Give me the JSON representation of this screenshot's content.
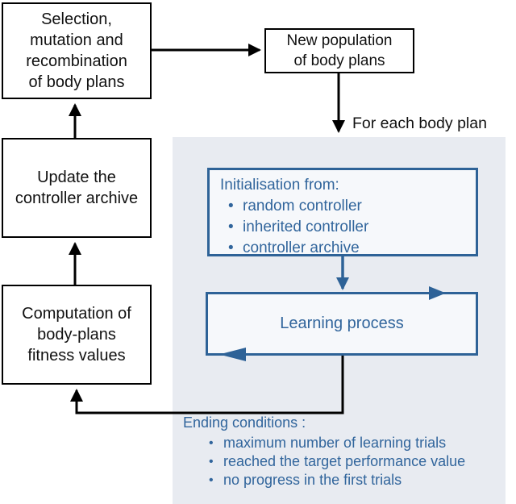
{
  "diagram": {
    "colors": {
      "accent_blue": "#2e6297",
      "blue_text": "#31659c",
      "panel_bg": "#e8ebf1",
      "line_black": "#000000",
      "inner_box_bg": "#f6f8fb"
    },
    "boxes": {
      "selection": {
        "lines": [
          "Selection,",
          "mutation and",
          "recombination",
          "of body plans"
        ]
      },
      "update": {
        "lines": [
          "Update the",
          "controller archive"
        ]
      },
      "computation": {
        "lines": [
          "Computation of",
          "body-plans",
          "fitness values"
        ]
      },
      "new_population": {
        "lines": [
          "New population",
          "of body plans"
        ]
      },
      "initialisation": {
        "title": "Initialisation from:",
        "bullets": [
          "random controller",
          "inherited controller",
          "controller archive"
        ]
      },
      "learning": {
        "label": "Learning process"
      }
    },
    "labels": {
      "for_each": "For each body plan",
      "ending_title": "Ending conditions :",
      "ending_bullets": [
        "maximum number of learning trials",
        "reached the target performance value",
        "no progress in the first trials"
      ]
    }
  }
}
